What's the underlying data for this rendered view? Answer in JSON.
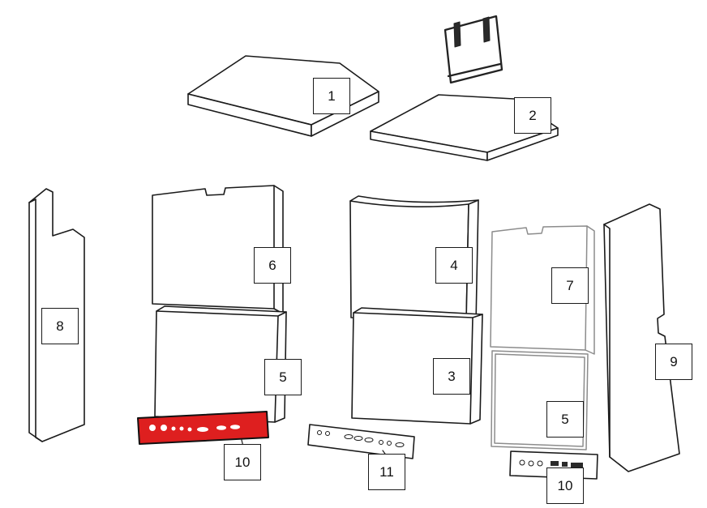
{
  "diagram": {
    "kind": "exploded-parts-diagram",
    "background": "#ffffff",
    "colors": {
      "line": "#1a1a1a",
      "gray_line": "#8c8c8c",
      "highlight_fill": "#de1f1f",
      "label_border": "#1a1a1a",
      "label_background": "#ffffff"
    },
    "highlighted_part": "10"
  },
  "labels": [
    {
      "id": "part-1",
      "text": "1"
    },
    {
      "id": "part-2",
      "text": "2"
    },
    {
      "id": "part-6",
      "text": "6"
    },
    {
      "id": "part-4",
      "text": "4"
    },
    {
      "id": "part-7",
      "text": "7"
    },
    {
      "id": "part-8",
      "text": "8"
    },
    {
      "id": "part-9",
      "text": "9"
    },
    {
      "id": "part-5-left",
      "text": "5"
    },
    {
      "id": "part-3",
      "text": "3"
    },
    {
      "id": "part-5-right",
      "text": "5"
    },
    {
      "id": "part-10-left",
      "text": "10"
    },
    {
      "id": "part-11",
      "text": "11"
    },
    {
      "id": "part-10-right",
      "text": "10"
    }
  ]
}
